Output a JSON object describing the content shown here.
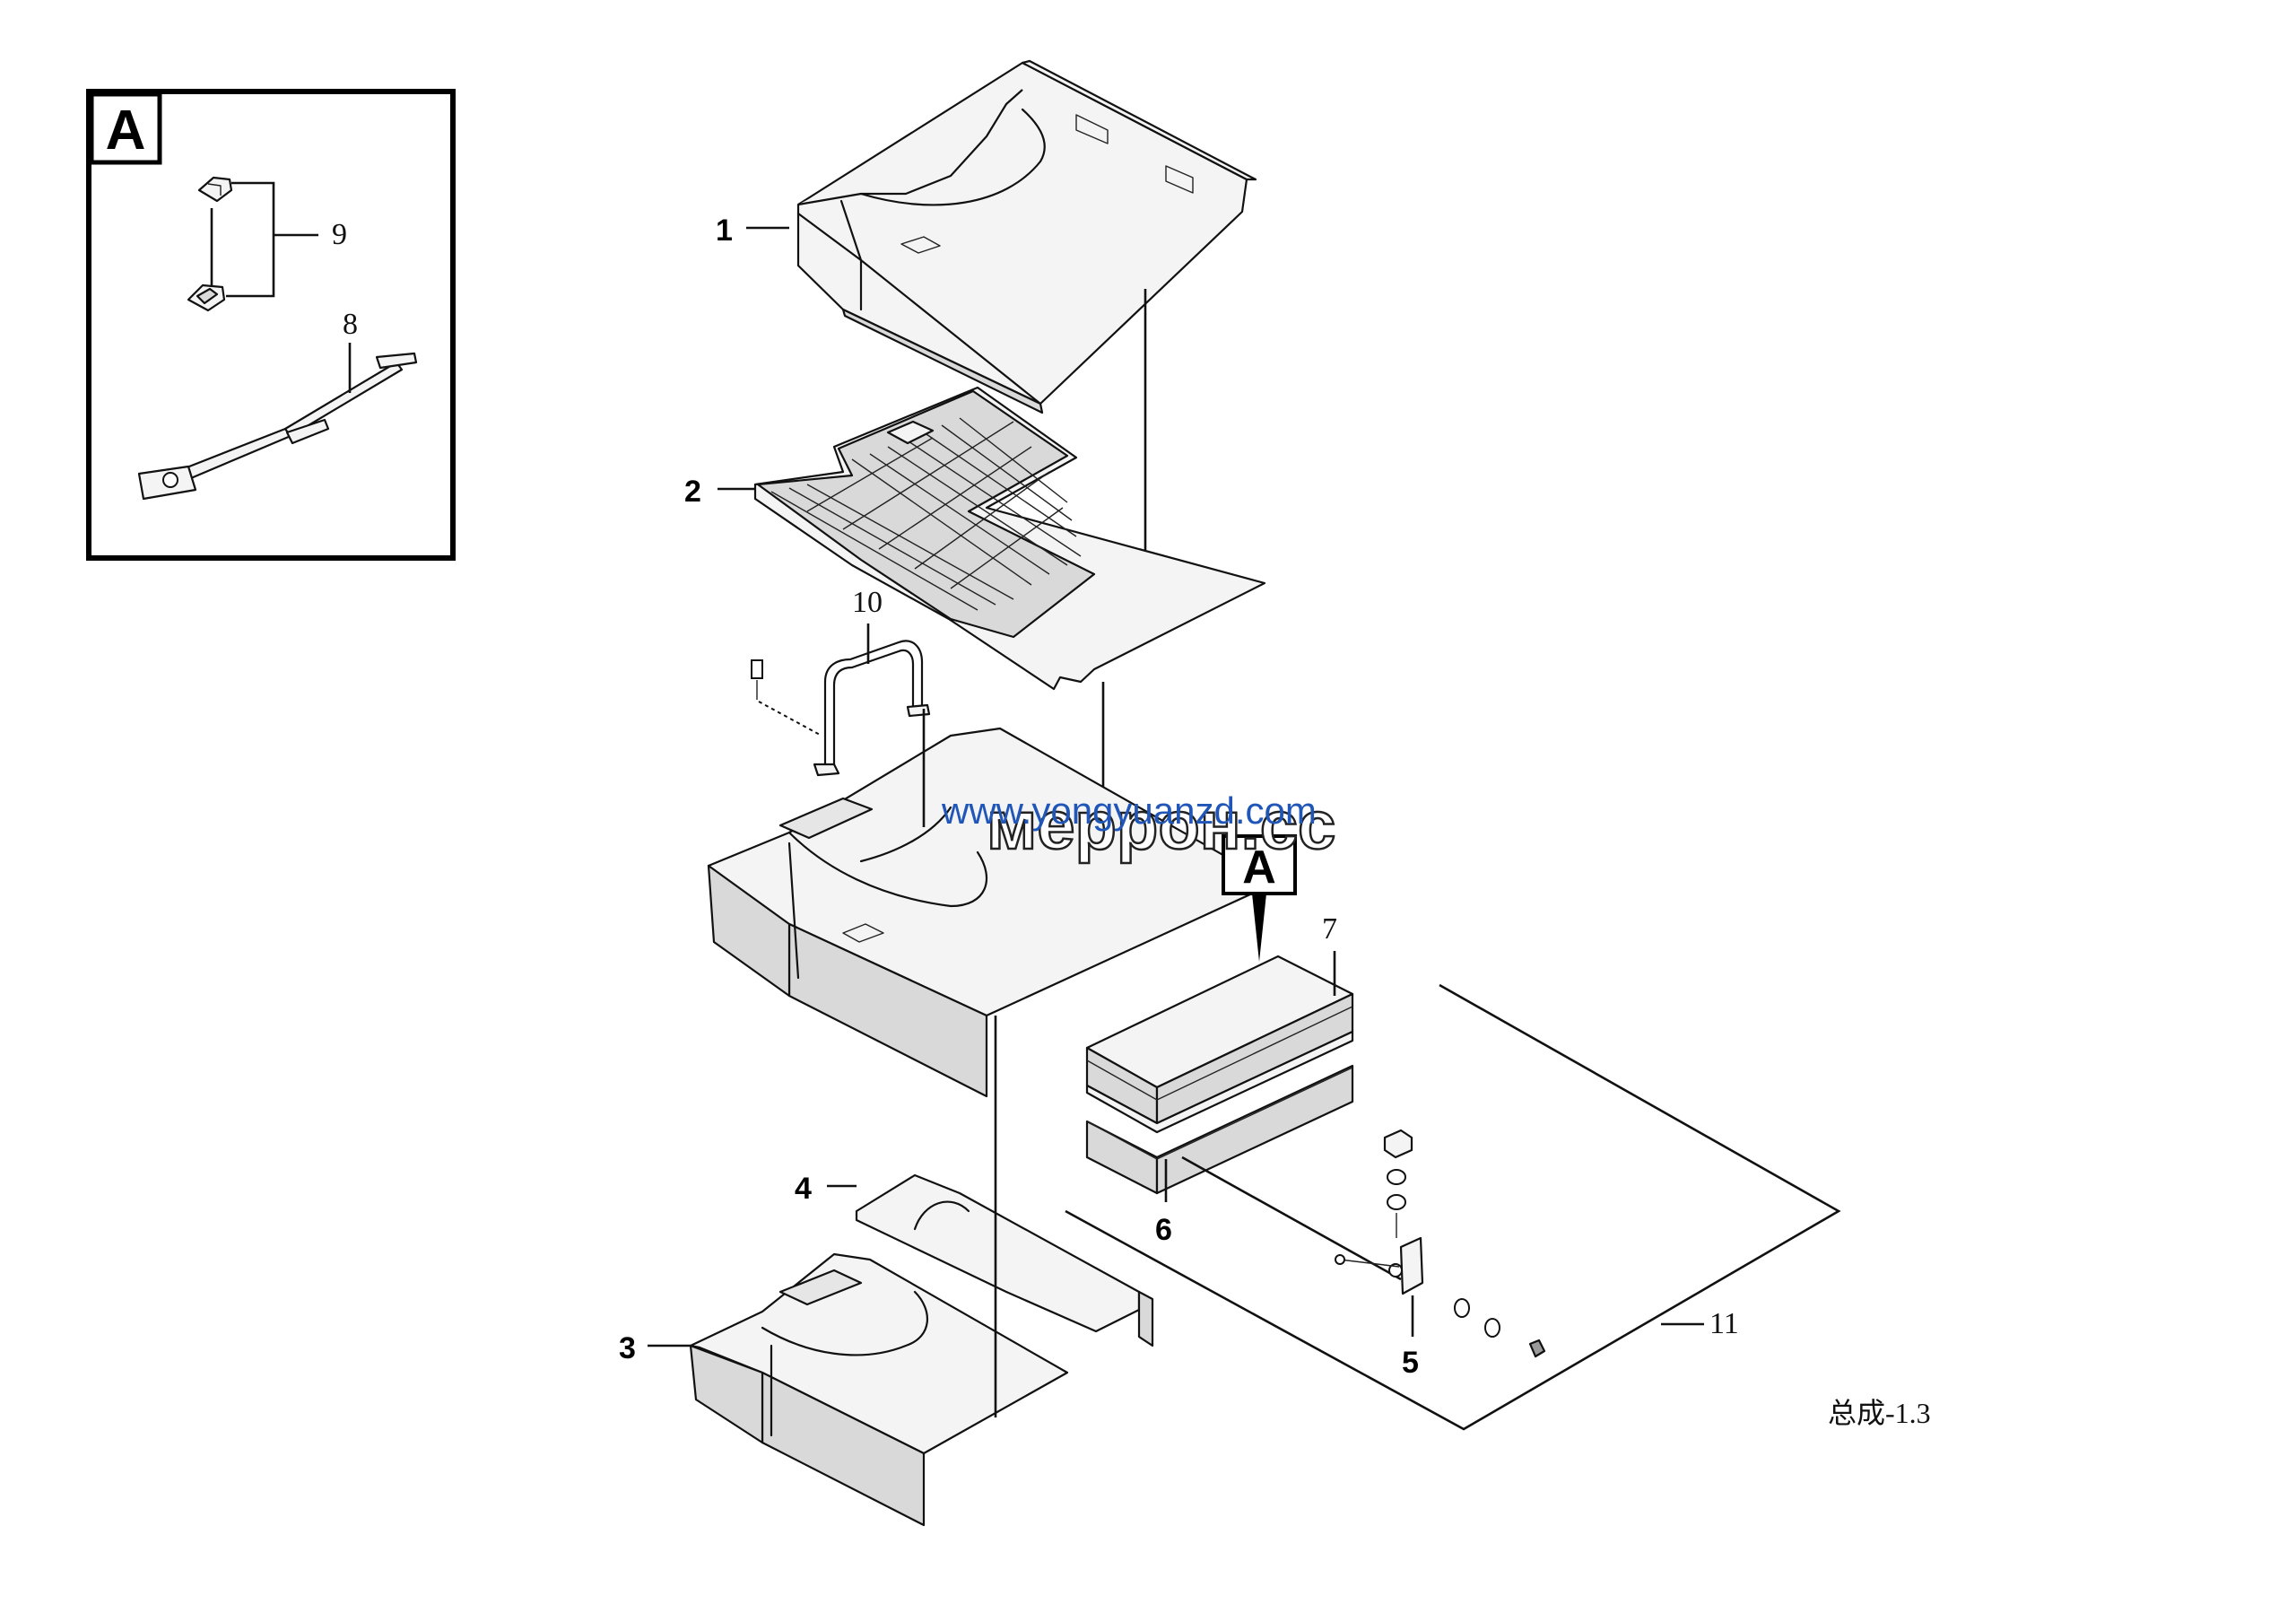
{
  "detail_view": {
    "label": "A",
    "callouts": [
      "9",
      "8"
    ]
  },
  "callouts": {
    "part_1": "1",
    "part_2": "2",
    "part_3": "3",
    "part_4": "4",
    "part_5": "5",
    "part_6": "6",
    "part_7": "7",
    "part_10": "10",
    "part_11": "11"
  },
  "view_marker": "A",
  "watermark": {
    "url": "www.yongyuanzd.com",
    "text": "меррон.cc"
  },
  "assembly_label": "总成-1.3"
}
